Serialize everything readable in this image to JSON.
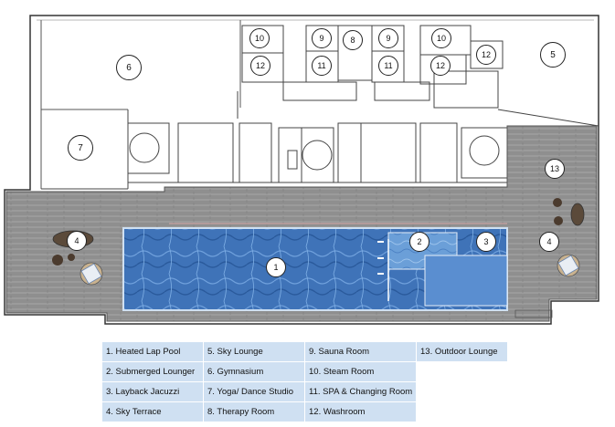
{
  "markers": [
    {
      "id": "m6",
      "label": "6"
    },
    {
      "id": "m5",
      "label": "5"
    },
    {
      "id": "m7",
      "label": "7"
    },
    {
      "id": "m10a",
      "label": "10"
    },
    {
      "id": "m9a",
      "label": "9"
    },
    {
      "id": "m8",
      "label": "8"
    },
    {
      "id": "m9b",
      "label": "9"
    },
    {
      "id": "m10b",
      "label": "10"
    },
    {
      "id": "m12a",
      "label": "12"
    },
    {
      "id": "m11a",
      "label": "11"
    },
    {
      "id": "m11b",
      "label": "11"
    },
    {
      "id": "m12b",
      "label": "12"
    },
    {
      "id": "m12c",
      "label": "12"
    },
    {
      "id": "m13",
      "label": "13"
    },
    {
      "id": "m4a",
      "label": "4"
    },
    {
      "id": "m1",
      "label": "1"
    },
    {
      "id": "m2",
      "label": "2"
    },
    {
      "id": "m3",
      "label": "3"
    },
    {
      "id": "m4b",
      "label": "4"
    }
  ],
  "legend": {
    "col1": [
      "1. Heated Lap Pool",
      "2. Submerged Lounger",
      "3. Layback Jacuzzi",
      "4. Sky Terrace"
    ],
    "col2": [
      "5. Sky Lounge",
      "6. Gymnasium",
      "7. Yoga/ Dance Studio",
      "8. Therapy Room"
    ],
    "col3": [
      "9. Sauna Room",
      "10. Steam Room",
      "11. SPA & Changing Room",
      "12. Washroom"
    ],
    "col4": [
      "13. Outdoor Lounge",
      "",
      "",
      ""
    ]
  },
  "colors": {
    "deck": "#8f8f8f",
    "pool": "#3f73b8",
    "legend_bg": "#cfe0f2"
  }
}
